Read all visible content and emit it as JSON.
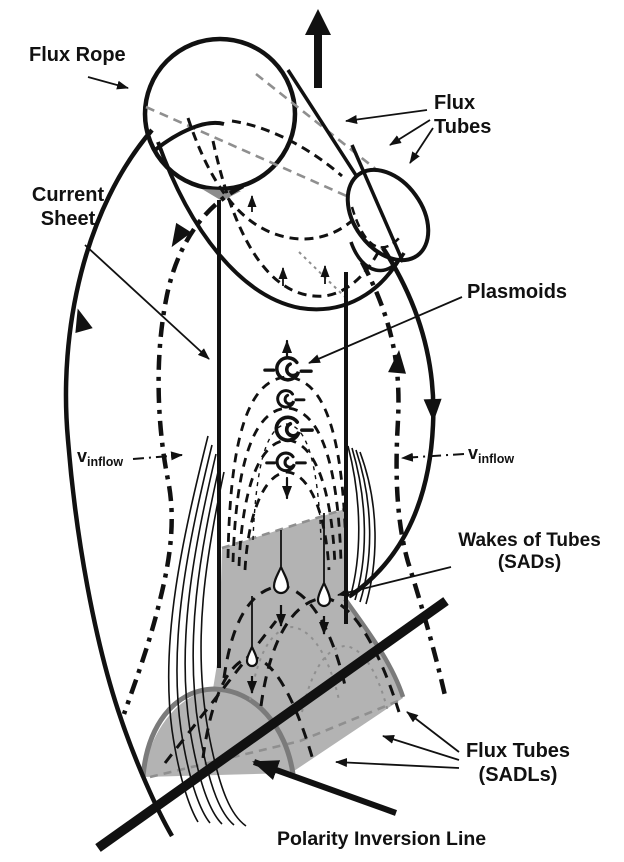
{
  "figure": {
    "type": "scientific-diagram",
    "subject": "flux-rope current-sheet reconnection schematic",
    "colors": {
      "ink": "#111111",
      "gray-fill": "#b3b3b3",
      "gray-stroke": "#7b7b7b",
      "gray-dash": "#8f8f8f",
      "background": "#ffffff"
    },
    "labels": {
      "flux_rope": "Flux Rope",
      "flux_tubes_top": {
        "line1": "Flux",
        "line2": "Tubes"
      },
      "current_sheet": {
        "line1": "Current",
        "line2": "Sheet"
      },
      "plasmoids": "Plasmoids",
      "v_inflow_left": {
        "symbol": "v",
        "subscript": "inflow"
      },
      "v_inflow_right": {
        "symbol": "v",
        "subscript": "inflow"
      },
      "wakes_of_tubes": {
        "line1": "Wakes of Tubes",
        "line2": "(SADs)"
      },
      "flux_tubes_bottom": {
        "line1": "Flux Tubes",
        "line2": "(SADLs)"
      },
      "polarity_inversion_line": "Polarity Inversion Line"
    }
  }
}
